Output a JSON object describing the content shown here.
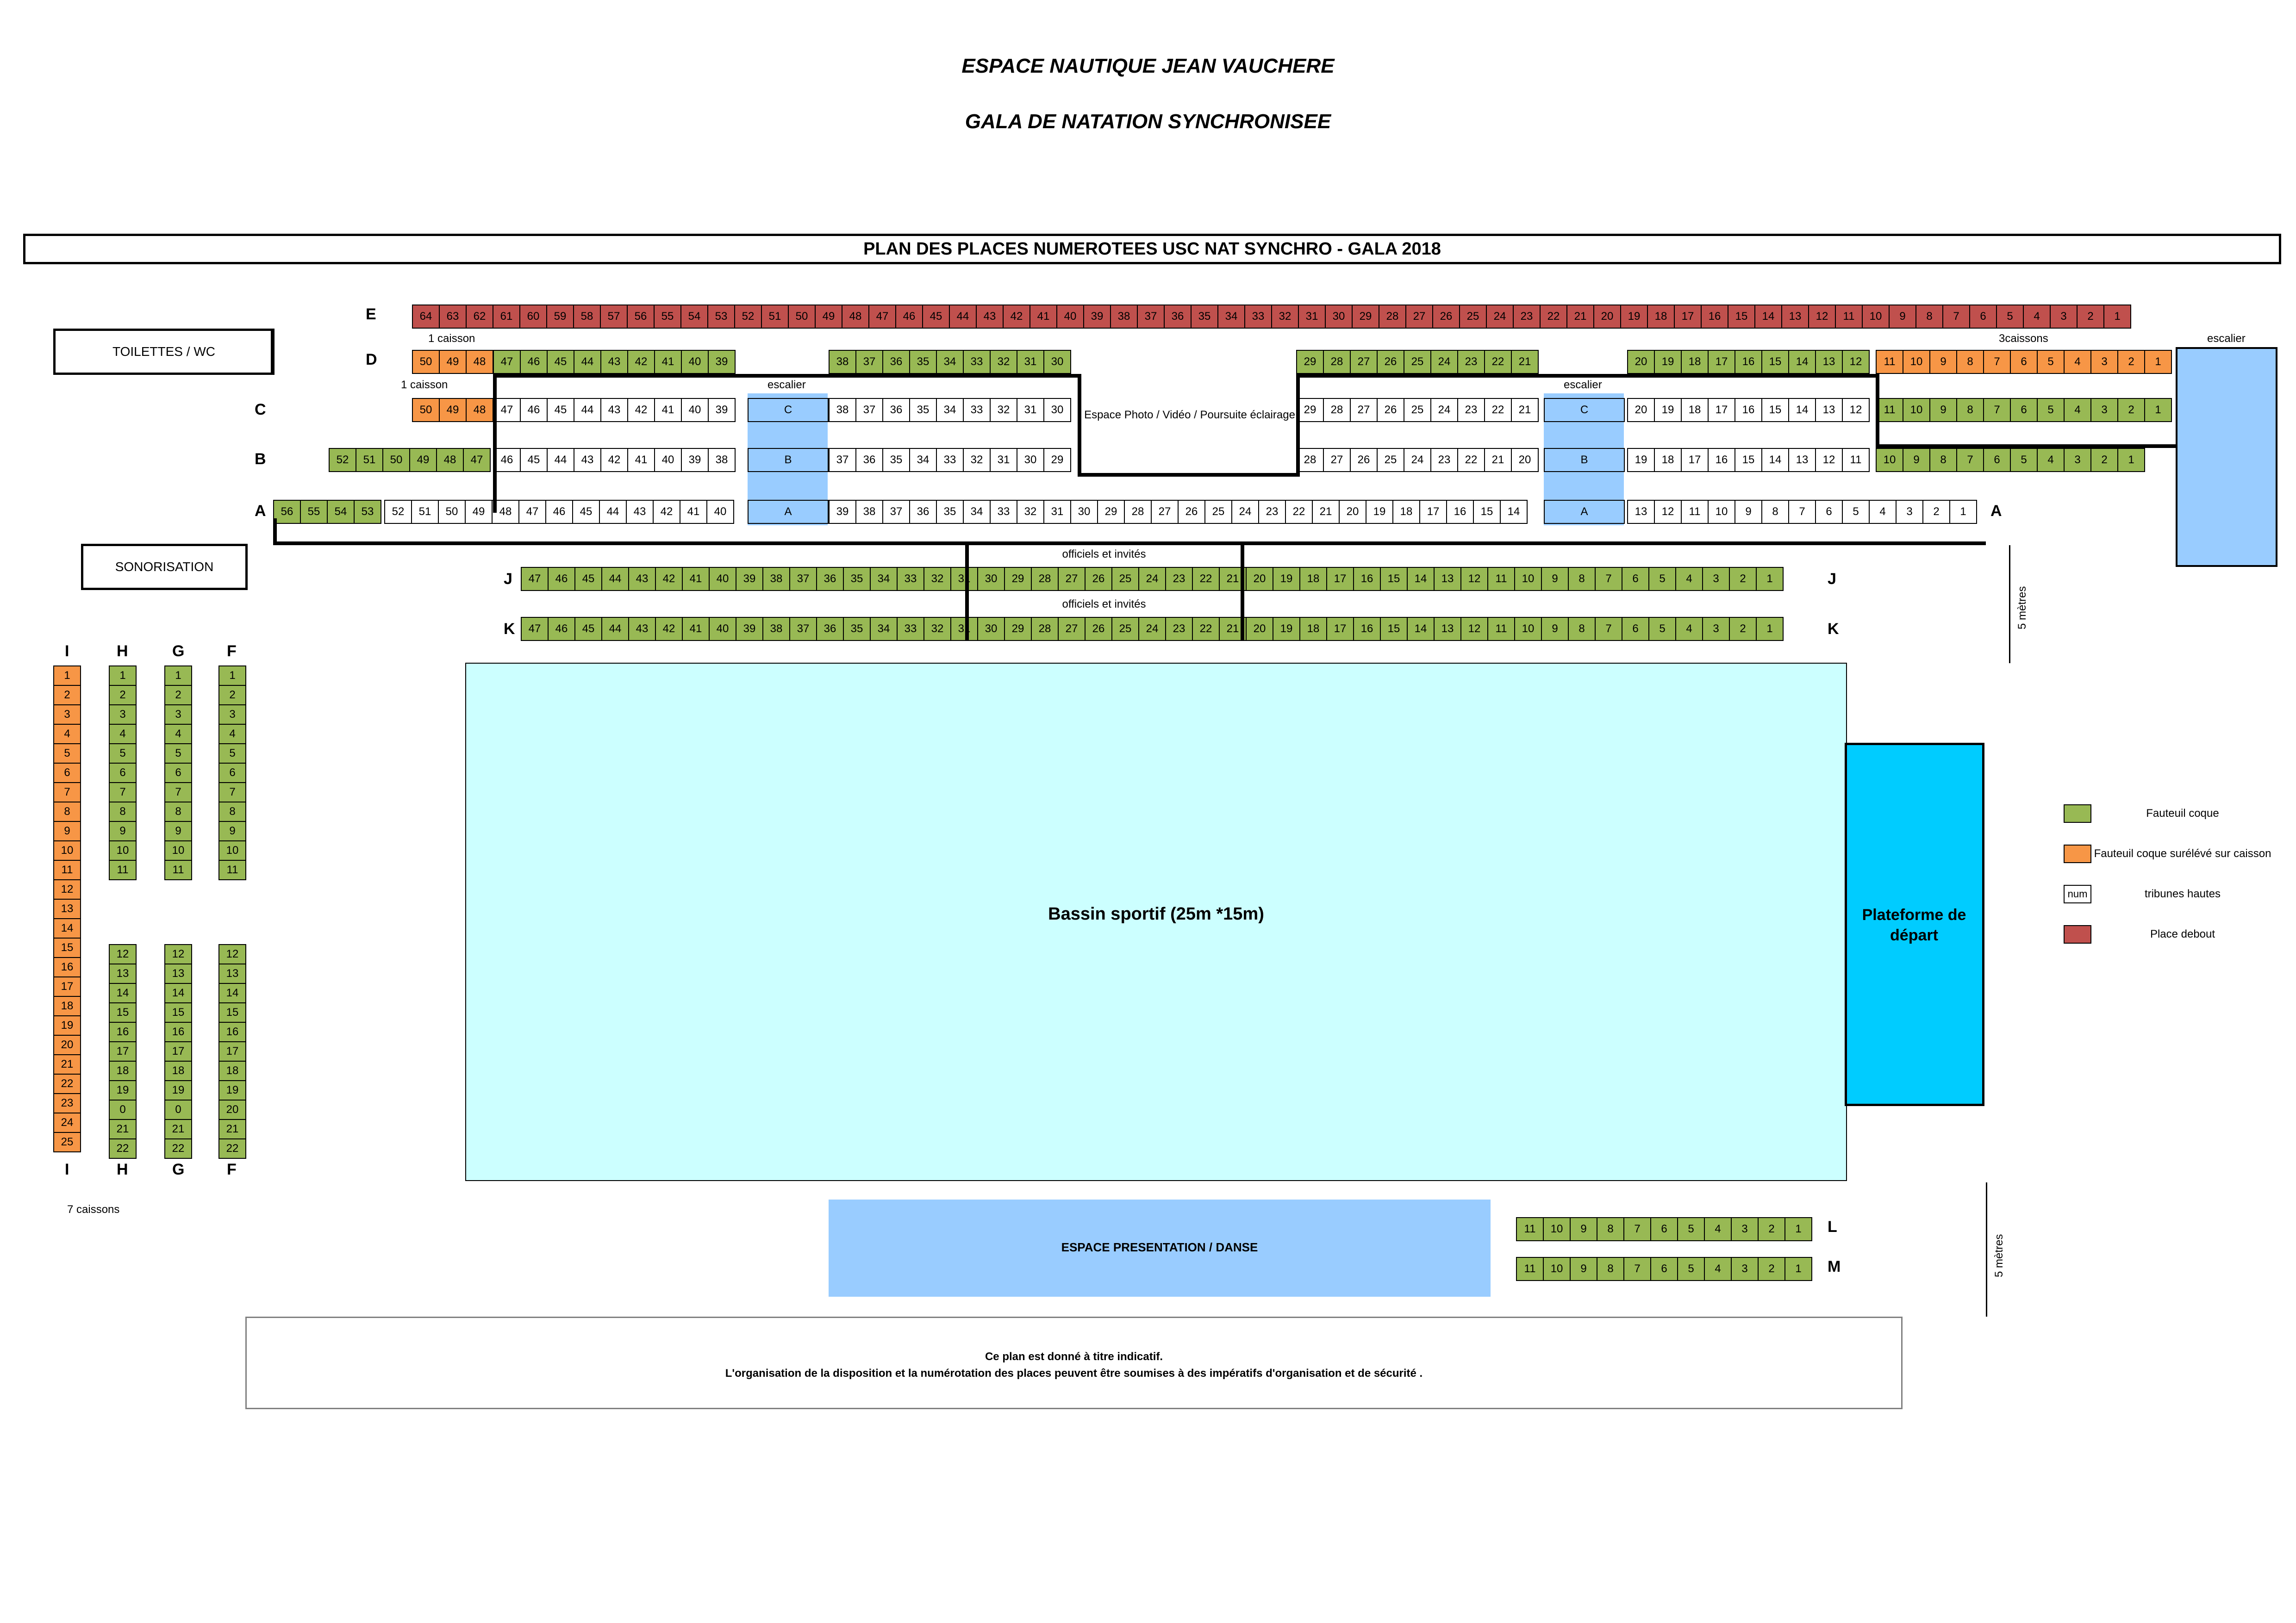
{
  "title1": "ESPACE NAUTIQUE JEAN VAUCHERE",
  "title2": "GALA DE NATATION SYNCHRONISEE",
  "plan_title": "PLAN DES PLACES NUMEROTEES USC NAT SYNCHRO - GALA 2018",
  "labels": {
    "toilettes": "TOILETTES / WC",
    "sonorisation": "SONORISATION",
    "caisson1": "1 caisson",
    "caisson1b": "1 caisson",
    "caissons3": "3caissons",
    "escalier": "escalier",
    "espace_photo": "Espace Photo / Vidéo / Poursuite éclairage",
    "officiels": "officiels et invités",
    "bassin": "Bassin sportif  (25m *15m)",
    "plateforme": "Plateforme de départ",
    "espace_presentation": "ESPACE PRESENTATION / DANSE",
    "caissons7": "7 caissons",
    "metres5": "5 mètres",
    "note_line1": "Ce plan est donné à titre indicatif.",
    "note_line2": "L'organisation de la disposition et la numérotation des places peuvent être soumises à des impératifs d'organisation et de sécurité ."
  },
  "row_letters": {
    "E": "E",
    "D": "D",
    "C": "C",
    "B": "B",
    "A": "A",
    "J": "J",
    "K": "K",
    "L": "L",
    "M": "M",
    "I": "I",
    "H": "H",
    "G": "G",
    "F": "F"
  },
  "legend": [
    {
      "label": "Fauteuil coque",
      "color": "#98b954",
      "text": ""
    },
    {
      "label": "Fauteuil coque surélévé sur caisson",
      "color": "#f79646",
      "text": ""
    },
    {
      "label": "tribunes hautes",
      "color": "#ffffff",
      "text": "num"
    },
    {
      "label": "Place debout",
      "color": "#c0504d",
      "text": ""
    }
  ],
  "stair_labels": {
    "C": "C",
    "B": "B",
    "A": "A"
  },
  "colors": {
    "green": "#98b954",
    "orange": "#f79646",
    "red": "#c0504d",
    "white": "#ffffff",
    "blue": "#99ccff",
    "pool": "#ccffff",
    "platform": "#00ccff"
  }
}
